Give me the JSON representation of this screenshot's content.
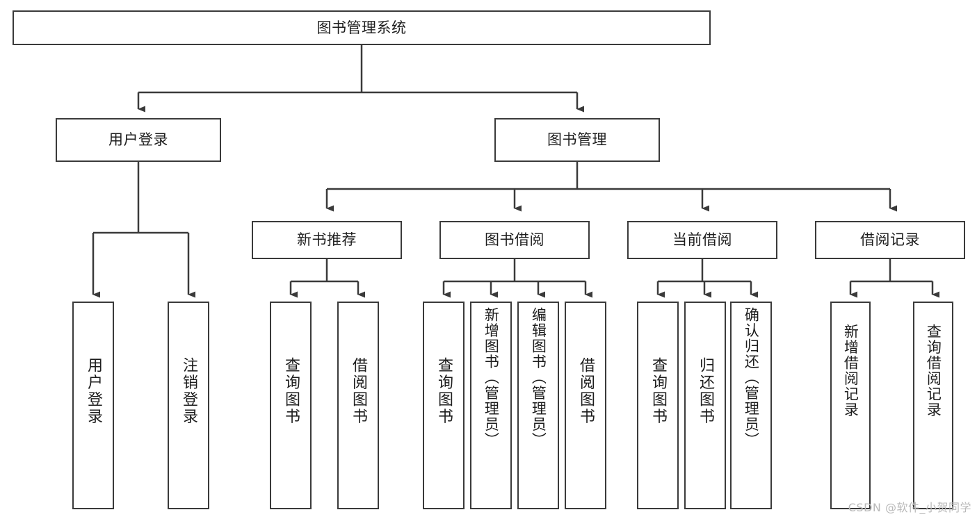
{
  "diagram": {
    "title": "图书管理系统",
    "watermark": "CSDN @软件_小贺同学",
    "line_color": "#3a3a3a",
    "box_fill": "#ffffff",
    "text_color": "#1d1d1d",
    "watermark_color": "#b9b9b9",
    "levels": {
      "root": "图书管理系统",
      "level2": [
        "用户登录",
        "图书管理"
      ],
      "level3": [
        "新书推荐",
        "图书借阅",
        "当前借阅",
        "借阅记录"
      ]
    },
    "nodes": {
      "root": "图书管理系统",
      "user_login": "用户登录",
      "book_manage": "图书管理",
      "new_book_rec": "新书推荐",
      "book_borrow": "图书借阅",
      "current_borrow": "当前借阅",
      "borrow_record": "借阅记录",
      "leaf_user_login": "用户登录",
      "leaf_logout": "注销登录",
      "leaf_query_book_a": "查询图书",
      "leaf_borrow_book_a": "借阅图书",
      "leaf_query_book_b": "查询图书",
      "leaf_add_book": "新增图书（管理员）",
      "leaf_edit_book": "编辑图书（管理员）",
      "leaf_borrow_book_b": "借阅图书",
      "leaf_query_book_c": "查询图书",
      "leaf_return_book": "归还图书",
      "leaf_confirm_return": "确认归还（管理员）",
      "leaf_add_record": "新增借阅记录",
      "leaf_query_record": "查询借阅记录"
    },
    "tree": {
      "name": "图书管理系统",
      "children": [
        {
          "name": "用户登录",
          "children": [
            {
              "name": "用户登录"
            },
            {
              "name": "注销登录"
            }
          ]
        },
        {
          "name": "图书管理",
          "children": [
            {
              "name": "新书推荐",
              "children": [
                {
                  "name": "查询图书"
                },
                {
                  "name": "借阅图书"
                }
              ]
            },
            {
              "name": "图书借阅",
              "children": [
                {
                  "name": "查询图书"
                },
                {
                  "name": "新增图书（管理员）"
                },
                {
                  "name": "编辑图书（管理员）"
                },
                {
                  "name": "借阅图书"
                }
              ]
            },
            {
              "name": "当前借阅",
              "children": [
                {
                  "name": "查询图书"
                },
                {
                  "name": "归还图书"
                },
                {
                  "name": "确认归还（管理员）"
                }
              ]
            },
            {
              "name": "借阅记录",
              "children": [
                {
                  "name": "新增借阅记录"
                },
                {
                  "name": "查询借阅记录"
                }
              ]
            }
          ]
        }
      ]
    }
  }
}
